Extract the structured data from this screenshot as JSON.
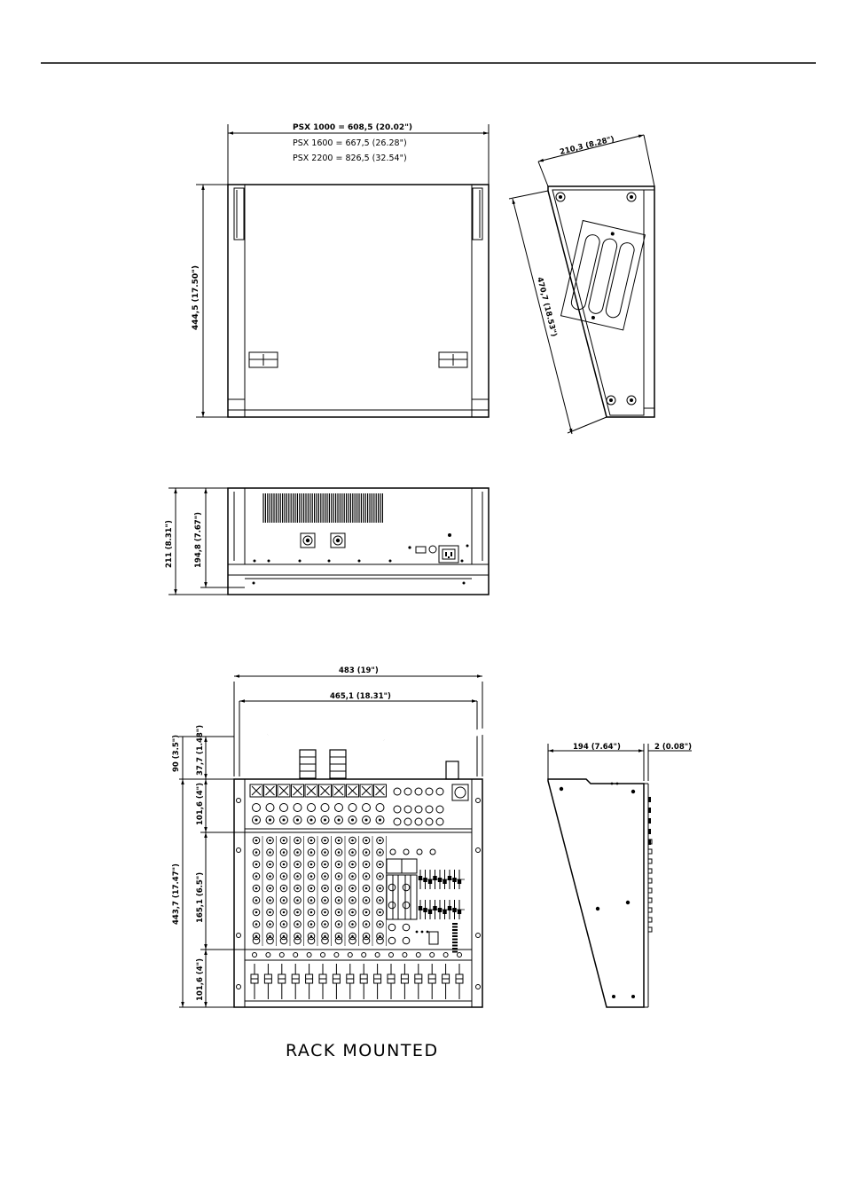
{
  "top_dims": {
    "psx1000": "PSX 1000 =     608,5  (20.02\")",
    "psx1600": "PSX  1600  =   667,5  (26.28\")",
    "psx2200": "PSX  2200  =   826,5  (32.54\")",
    "depth": "444,5   (17.50\")"
  },
  "side_dims": {
    "top": "210,3  (8.28\")",
    "diag": "470,7   (18.53\")"
  },
  "rear_dims": {
    "outer": "211  (8.31\")",
    "inner": "194,8  (7.67\")"
  },
  "rack_dims": {
    "width_outer": "483  (19\")",
    "width_inner": "465,1  (18.31\")",
    "top1": "90  (3.5\")",
    "top2": "37,7  (1.48\")",
    "height": "443,7   (17.47\")",
    "seg1": "101,6  (4\")",
    "seg2": "165,1  (6.5\")",
    "seg3": "101,6  (4\")"
  },
  "rack_side_dims": {
    "depth": "194  (7.64\")",
    "extra": "2  (0.08\")"
  },
  "caption": "RACK MOUNTED"
}
